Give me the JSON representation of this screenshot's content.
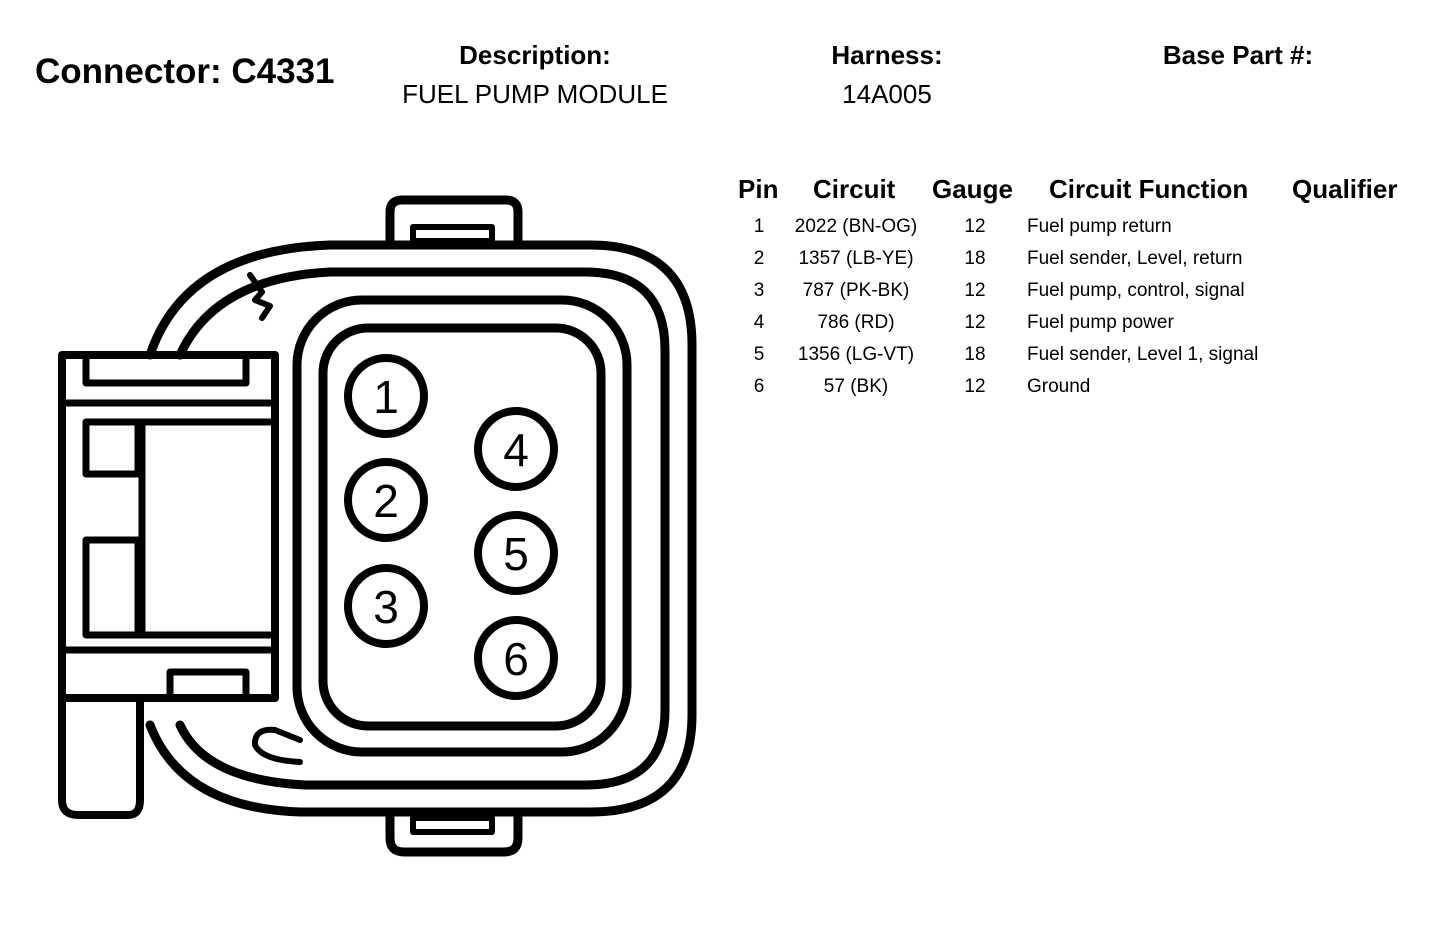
{
  "header": {
    "connector_title": "Connector: C4331",
    "description_label": "Description:",
    "description_value": "FUEL PUMP MODULE",
    "harness_label": "Harness:",
    "harness_value": "14A005",
    "base_part_label": "Base Part #:",
    "base_part_value": ""
  },
  "table": {
    "headers": {
      "pin": "Pin",
      "circuit": "Circuit",
      "gauge": "Gauge",
      "function": "Circuit Function",
      "qualifier": "Qualifier"
    },
    "rows": [
      {
        "pin": "1",
        "circuit": "2022 (BN-OG)",
        "gauge": "12",
        "function": "Fuel pump return",
        "qualifier": ""
      },
      {
        "pin": "2",
        "circuit": "1357 (LB-YE)",
        "gauge": "18",
        "function": "Fuel sender, Level, return",
        "qualifier": ""
      },
      {
        "pin": "3",
        "circuit": "787 (PK-BK)",
        "gauge": "12",
        "function": "Fuel pump, control, signal",
        "qualifier": ""
      },
      {
        "pin": "4",
        "circuit": "786 (RD)",
        "gauge": "12",
        "function": "Fuel pump power",
        "qualifier": ""
      },
      {
        "pin": "5",
        "circuit": "1356 (LG-VT)",
        "gauge": "18",
        "function": "Fuel sender, Level 1, signal",
        "qualifier": ""
      },
      {
        "pin": "6",
        "circuit": "57 (BK)",
        "gauge": "12",
        "function": "Ground",
        "qualifier": ""
      }
    ]
  },
  "diagram": {
    "pin_labels": [
      "1",
      "2",
      "3",
      "4",
      "5",
      "6"
    ]
  }
}
